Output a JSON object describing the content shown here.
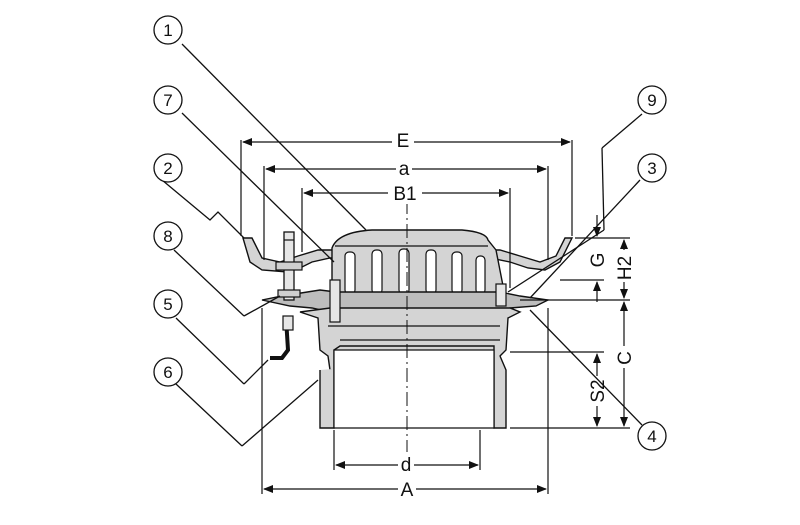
{
  "dimensions": {
    "E": "E",
    "a": "a",
    "B1": "B1",
    "G": "G",
    "H2": "H2",
    "C": "C",
    "S2": "S2",
    "d": "d",
    "A": "A"
  },
  "callouts": [
    "1",
    "2",
    "3",
    "4",
    "5",
    "6",
    "7",
    "8",
    "9"
  ]
}
